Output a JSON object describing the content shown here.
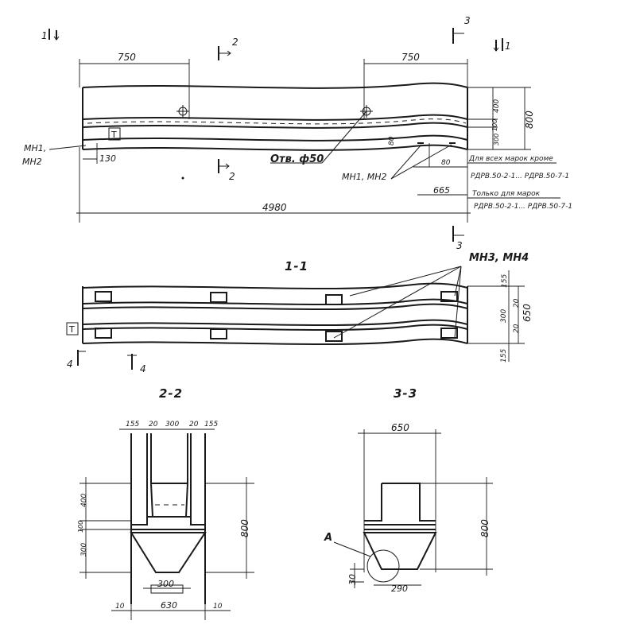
{
  "plan": {
    "cut_1_label": "1",
    "cut_2_label": "2",
    "cut_3_label": "3",
    "dim_750_left": "750",
    "dim_750_right": "750",
    "dim_4980": "4980",
    "dim_130": "130",
    "dim_80": "80",
    "dim_665": "665",
    "dim_400": "400",
    "dim_100": "100",
    "dim_300": "300",
    "dim_800": "800",
    "hole_label": "Отв. ф50",
    "mh1_mh2_left": "МН1,\nМН2",
    "mh1_mh2_left_a": "МН1,",
    "mh1_mh2_left_b": "МН2",
    "mh1_mh2_right": "МН1, МН2",
    "marker_t": "Т",
    "note_all_marks": "Для всех марок кроме",
    "note_all_marks_range": "РДРВ.50-2-1... РДРВ.50-7-1",
    "note_only_marks": "Только для марок",
    "note_only_marks_range": "РДРВ.50-2-1... РДРВ.50-7-1"
  },
  "section_1_1": {
    "title": "1-1",
    "mh3_mh4": "МН3, МН4",
    "dim_155_top": "155",
    "dim_20_a": "20",
    "dim_300": "300",
    "dim_20_b": "20",
    "dim_650": "650",
    "dim_155_bottom": "155",
    "cut_4_label_a": "4",
    "cut_4_label_b": "4",
    "marker_t": "Т"
  },
  "section_2_2": {
    "title": "2-2",
    "dim_155_l": "155",
    "dim_20_l": "20",
    "dim_300": "300",
    "dim_20_r": "20",
    "dim_155_r": "155",
    "dim_400": "400",
    "dim_100": "100",
    "dim_300_v": "300",
    "dim_800": "800",
    "dim_300_bottom": "300",
    "dim_10_l": "10",
    "dim_630": "630",
    "dim_10_r": "10"
  },
  "section_3_3": {
    "title": "3-3",
    "dim_650": "650",
    "dim_800": "800",
    "detail_a": "А",
    "dim_30": "30",
    "dim_290": "290"
  }
}
